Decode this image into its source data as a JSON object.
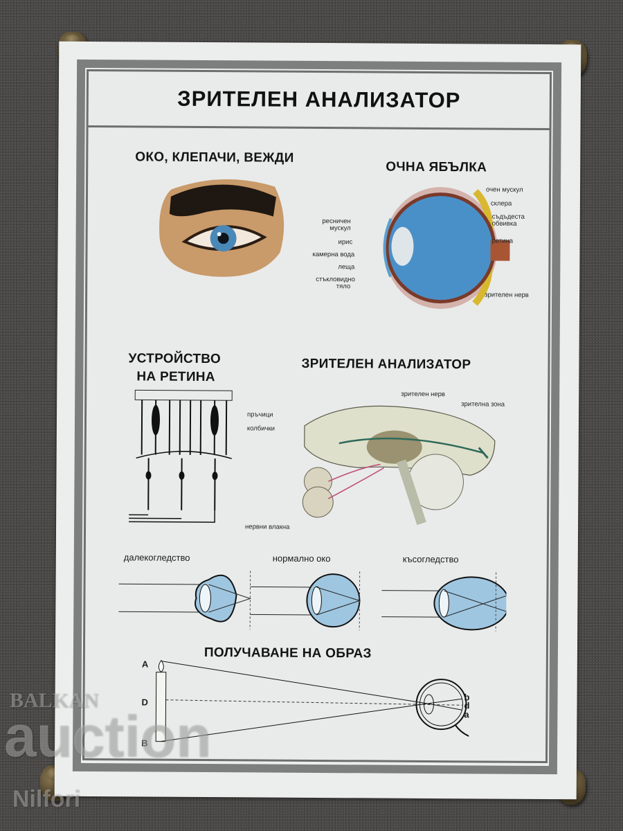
{
  "poster": {
    "title": "ЗРИТЕЛЕН АНАЛИЗАТОР",
    "sections": {
      "eye_lids_brows": {
        "heading": "ОКО, КЛЕПАЧИ, ВЕЖДИ"
      },
      "eyeball": {
        "heading": "ОЧНА ЯБЪЛКА",
        "labels_left": [
          "ресничен мускул",
          "ирис",
          "камерна вода",
          "леща",
          "стъкловидно тяло"
        ],
        "labels_right": [
          "очен мускул",
          "склера",
          "съдъдеста обвивка",
          "ретина",
          "зрителен нерв"
        ]
      },
      "retina": {
        "heading_line1": "УСТРОЙСТВО",
        "heading_line2": "НА РЕТИНА",
        "labels": [
          "пръчици",
          "колбички",
          "нервни влакна"
        ]
      },
      "visual_analyzer": {
        "heading": "ЗРИТЕЛЕН АНАЛИЗАТОР",
        "labels": [
          "зрителен нерв",
          "зрителна зона"
        ]
      },
      "vision_types": [
        {
          "label": "далекогледство"
        },
        {
          "label": "нормално око"
        },
        {
          "label": "късогледство"
        }
      ],
      "image_formation": {
        "heading": "ПОЛУЧАВАНЕ НА ОБРАЗ",
        "object_points": [
          "A",
          "D",
          "B"
        ],
        "image_points": [
          "b",
          "d",
          "a"
        ]
      }
    },
    "colors": {
      "frame": "#7d7f7f",
      "eye_blue": "#4a90c8",
      "diagram_blue": "#9fc6e0",
      "nerve_green": "#2f6a5a",
      "nerve_pink": "#c0527a"
    }
  },
  "watermark": {
    "line1": "BALKAN",
    "line2": "auction",
    "line3": "Nilfori"
  }
}
